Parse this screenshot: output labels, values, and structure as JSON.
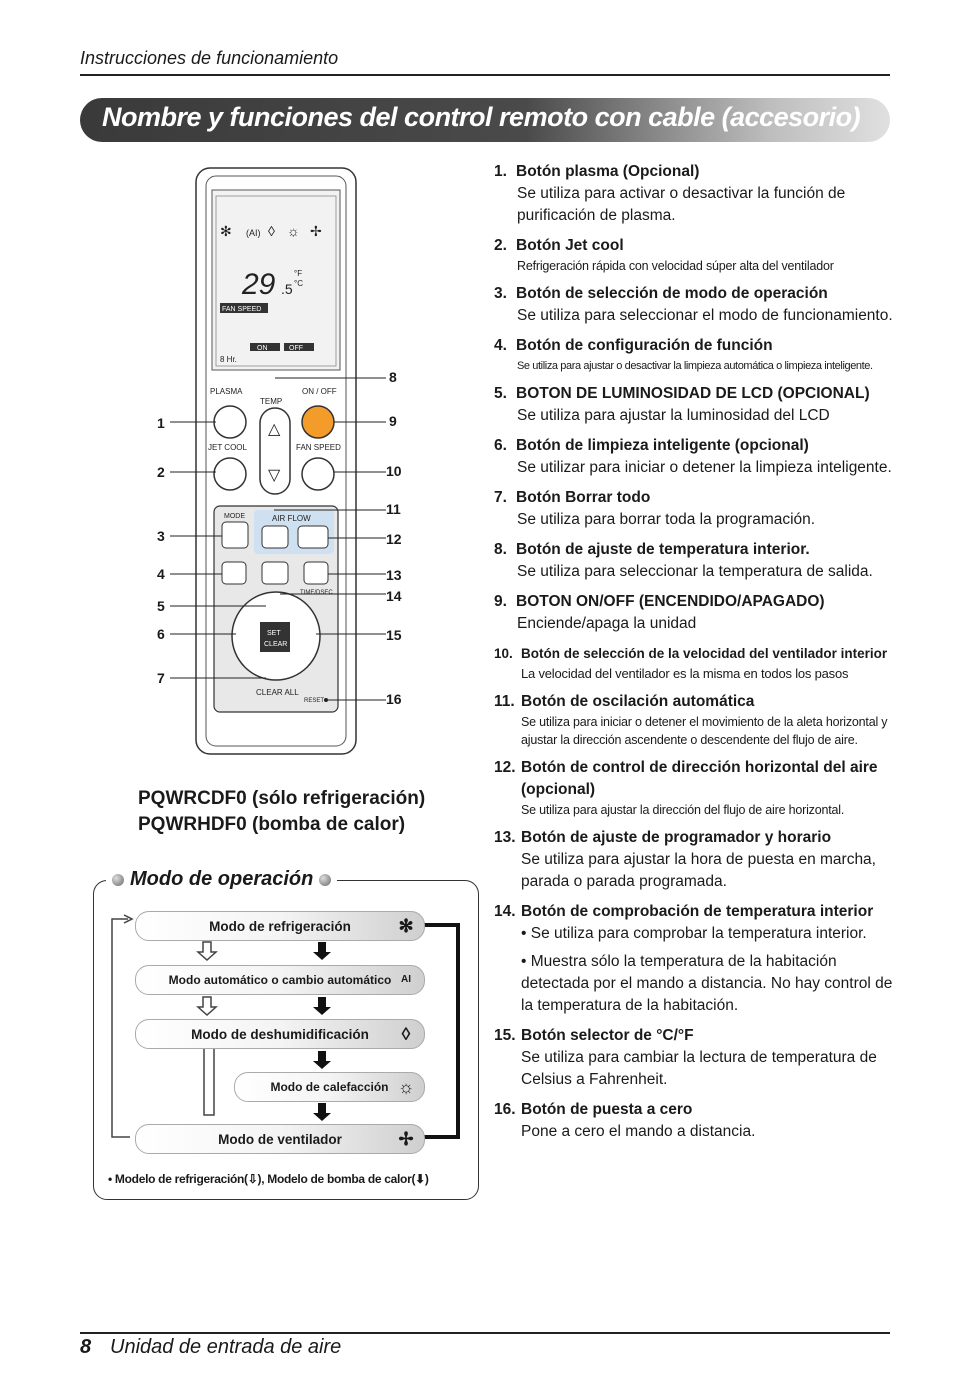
{
  "header": {
    "section": "Instrucciones de funcionamiento"
  },
  "banner": {
    "title": "Nombre y funciones del control remoto con cable (accesorio)"
  },
  "remote": {
    "display": {
      "temp": "29",
      "temp_decimal": ".5",
      "unit_f": "°F",
      "unit_c": "°C",
      "fan_speed": "FAN SPEED",
      "on": "ON",
      "off": "OFF",
      "timer": "8 Hr."
    },
    "labels": {
      "plasma": "PLASMA",
      "temp": "TEMP",
      "on_off": "ON / OFF",
      "jet_cool": "JET COOL",
      "fan_speed": "FAN SPEED",
      "mode": "MODE",
      "air_flow": "AIR FLOW",
      "timedsec": "TIME/DSEC",
      "set": "SET",
      "clear": "CLEAR",
      "clear_all": "CLEAR ALL",
      "reset": "RESET"
    },
    "callouts": [
      "1",
      "2",
      "3",
      "4",
      "5",
      "6",
      "7",
      "8",
      "9",
      "10",
      "11",
      "12",
      "13",
      "14",
      "15",
      "16"
    ]
  },
  "models": {
    "line1": "PQWRCDF0 (sólo refrigeración)",
    "line2": "PQWRHDF0 (bomba de calor)"
  },
  "modes": {
    "title": "Modo de operación",
    "items": [
      "Modo de refrigeración",
      "Modo automático o cambio automático",
      "Modo de deshumidificación",
      "Modo de calefacción",
      "Modo de ventilador"
    ],
    "note_prefix": "• Modelo de refrigeración(",
    "note_mid": "), Modelo de bomba de calor(",
    "note_suffix": ")"
  },
  "functions": [
    {
      "num": "1.",
      "title": "Botón plasma (Opcional)",
      "desc": "Se utiliza para activar o desactivar la función de purificación de plasma."
    },
    {
      "num": "2.",
      "title": "Botón Jet cool",
      "desc": "Refrigeración rápida con velocidad súper alta del ventilador"
    },
    {
      "num": "3.",
      "title": "Botón de selección de modo de operación",
      "desc": "Se utiliza para seleccionar el modo de funcionamiento."
    },
    {
      "num": "4.",
      "title": "Botón de configuración de función",
      "desc": "Se utiliza para ajustar o desactivar la limpieza automática o limpieza inteligente."
    },
    {
      "num": "5.",
      "title": "BOTON DE LUMINOSIDAD DE LCD (OPCIONAL)",
      "desc": "Se utiliza para ajustar la luminosidad del LCD"
    },
    {
      "num": "6.",
      "title": "Botón de limpieza inteligente (opcional)",
      "desc": "Se utilizar para iniciar o detener la limpieza inteligente."
    },
    {
      "num": "7.",
      "title": "Botón Borrar todo",
      "desc": "Se utiliza para borrar toda la programación."
    },
    {
      "num": "8.",
      "title": "Botón de ajuste de temperatura interior.",
      "desc": "Se utiliza para seleccionar la temperatura de salida."
    },
    {
      "num": "9.",
      "title": "BOTON ON/OFF (ENCENDIDO/APAGADO)",
      "desc": "Enciende/apaga la unidad"
    },
    {
      "num": "10.",
      "title": "Botón de selección de la velocidad del ventilador interior",
      "desc": "La velocidad del ventilador es la misma en todos los pasos"
    },
    {
      "num": "11.",
      "title": "Botón de oscilación automática",
      "desc": "Se utiliza para iniciar o detener el movimiento de la aleta horizontal y ajustar la dirección ascendente o descendente del flujo de aire."
    },
    {
      "num": "12.",
      "title": "Botón de control de dirección horizontal del aire (opcional)",
      "desc": "Se utiliza para ajustar la dirección del flujo de aire horizontal."
    },
    {
      "num": "13.",
      "title": "Botón de ajuste de programador y horario",
      "desc": "Se utiliza para ajustar la hora de puesta en marcha, parada o parada programada."
    },
    {
      "num": "14.",
      "title": "Botón de comprobación de temperatura interior",
      "desc": "• Se utiliza para comprobar la temperatura interior.",
      "desc2": "• Muestra sólo la temperatura de la habitación detectada por el mando a distancia. No hay control de la temperatura de la habitación."
    },
    {
      "num": "15.",
      "title": "Botón selector de °C/°F",
      "desc": "Se utiliza para cambiar la lectura de temperatura de Celsius a Fahrenheit."
    },
    {
      "num": "16.",
      "title": "Botón de puesta a cero",
      "desc": "Pone a cero el mando a distancia."
    }
  ],
  "footer": {
    "page": "8",
    "text": "Unidad de entrada de aire"
  }
}
